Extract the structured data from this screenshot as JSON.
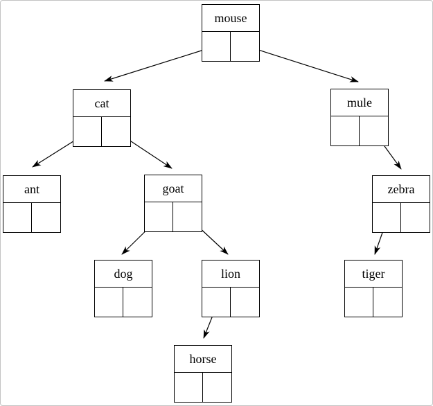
{
  "diagram": {
    "kind": "binary-tree",
    "node_style": "record with label cell on top and two pointer cells below",
    "line_color": "#000000",
    "background_color": "#ffffff",
    "border_color": "#c2c2c2"
  },
  "tree": {
    "root": "mouse",
    "nodes": [
      {
        "label": "mouse",
        "left": "cat",
        "right": "mule"
      },
      {
        "label": "cat",
        "left": "ant",
        "right": "goat"
      },
      {
        "label": "mule",
        "left": null,
        "right": "zebra"
      },
      {
        "label": "ant",
        "left": null,
        "right": null
      },
      {
        "label": "goat",
        "left": "dog",
        "right": "lion"
      },
      {
        "label": "zebra",
        "left": "tiger",
        "right": null
      },
      {
        "label": "dog",
        "left": null,
        "right": null
      },
      {
        "label": "lion",
        "left": "horse",
        "right": null
      },
      {
        "label": "tiger",
        "left": null,
        "right": null
      },
      {
        "label": "horse",
        "left": null,
        "right": null
      }
    ],
    "edges": [
      {
        "from": "mouse",
        "pointer": "left",
        "to": "cat"
      },
      {
        "from": "mouse",
        "pointer": "right",
        "to": "mule"
      },
      {
        "from": "cat",
        "pointer": "left",
        "to": "ant"
      },
      {
        "from": "cat",
        "pointer": "right",
        "to": "goat"
      },
      {
        "from": "mule",
        "pointer": "right",
        "to": "zebra"
      },
      {
        "from": "goat",
        "pointer": "left",
        "to": "dog"
      },
      {
        "from": "goat",
        "pointer": "right",
        "to": "lion"
      },
      {
        "from": "zebra",
        "pointer": "left",
        "to": "tiger"
      },
      {
        "from": "lion",
        "pointer": "left",
        "to": "horse"
      }
    ]
  }
}
